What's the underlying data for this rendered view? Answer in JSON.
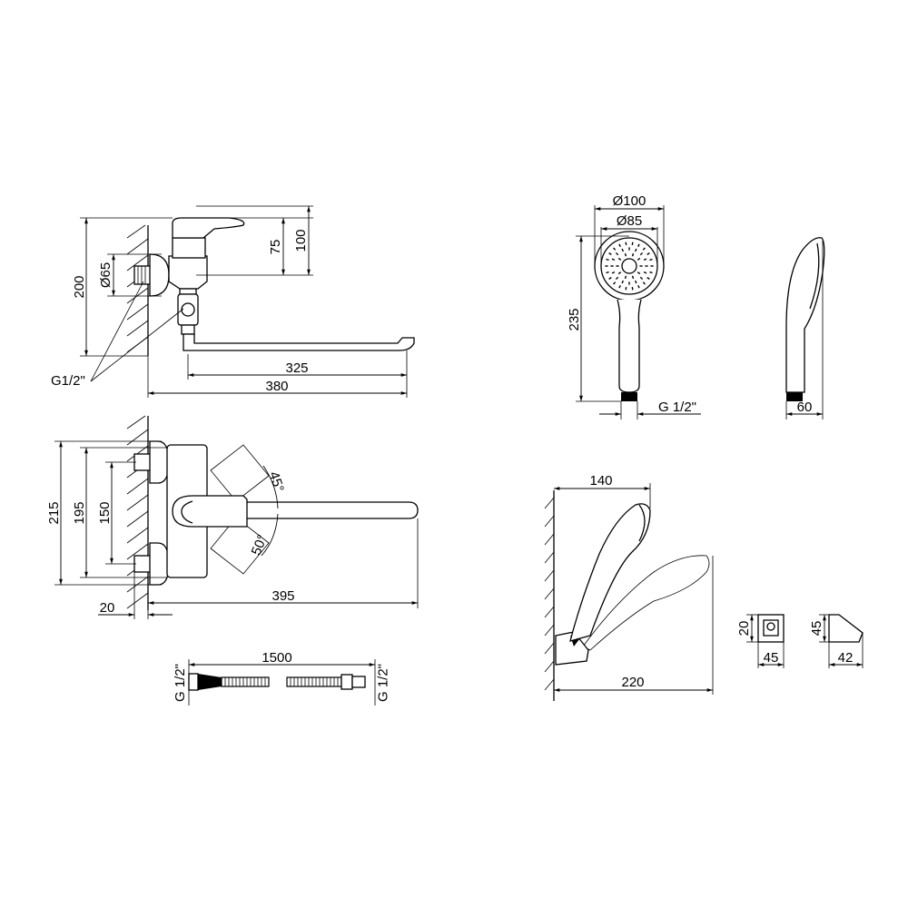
{
  "faucet_side": {
    "w_200": "200",
    "w_d65": "Ø65",
    "w_75": "75",
    "w_100": "100",
    "w_325": "325",
    "w_380": "380",
    "thread": "G1/2\""
  },
  "faucet_top": {
    "w_215": "215",
    "w_195": "195",
    "w_150": "150",
    "w_20": "20",
    "w_395": "395",
    "a_45": "45°",
    "a_50": "50°"
  },
  "hose": {
    "length": "1500",
    "thread_left": "G 1/2\"",
    "thread_right": "G 1/2\""
  },
  "shower_front": {
    "d100": "Ø100",
    "d85": "Ø85",
    "h235": "235",
    "thread": "G 1/2\""
  },
  "shower_side": {
    "w60": "60"
  },
  "shower_wall": {
    "w140": "140",
    "w220": "220"
  },
  "holder_front": {
    "h20": "20",
    "w45": "45"
  },
  "holder_side": {
    "h45": "45",
    "w42": "42"
  }
}
